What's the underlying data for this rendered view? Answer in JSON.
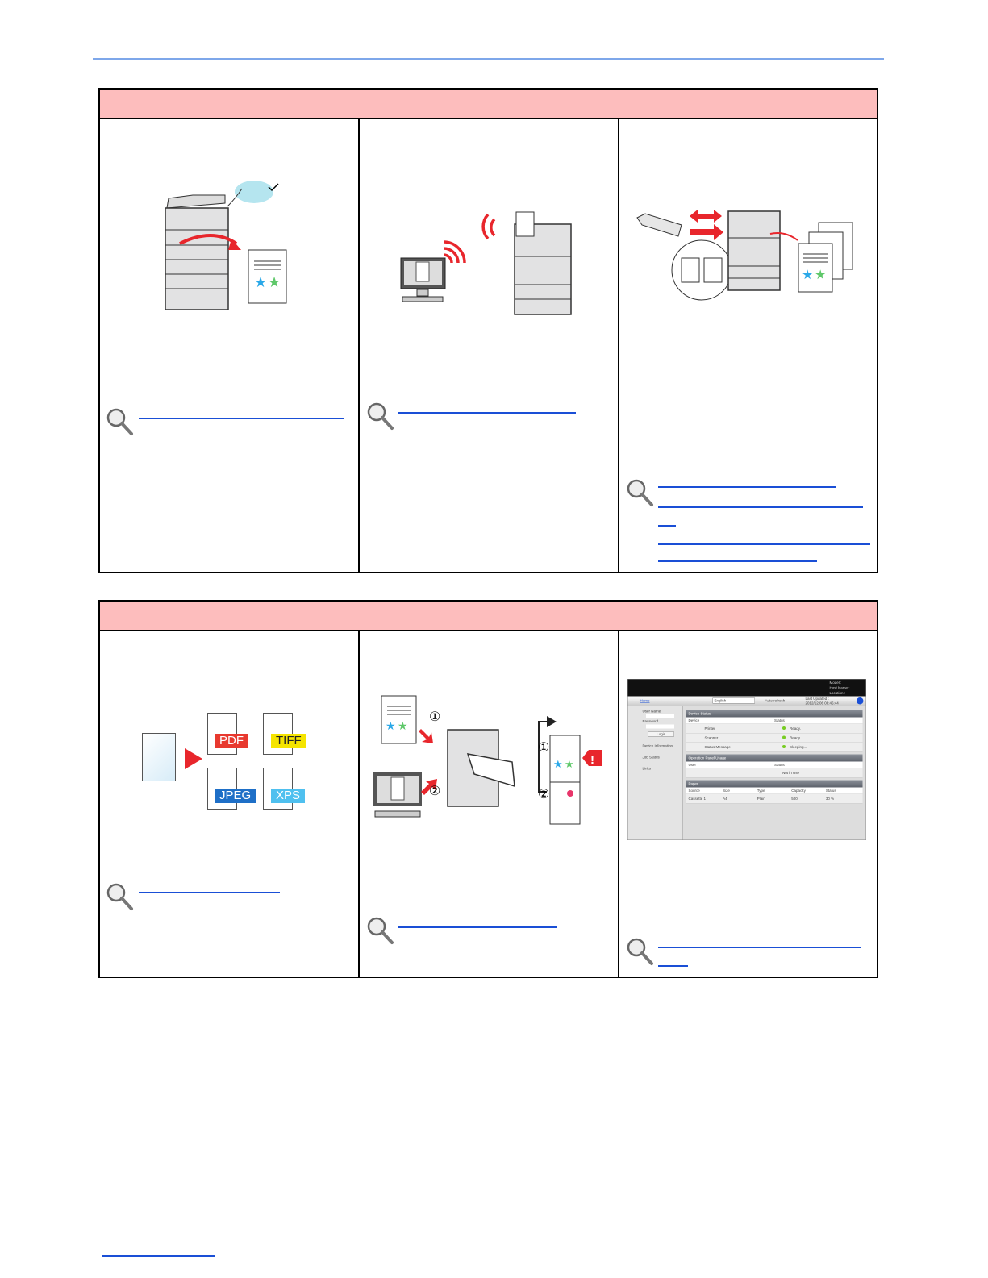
{
  "formats": [
    "PDF",
    "TIFF",
    "JPEG",
    "XPS"
  ],
  "format_colors": {
    "PDF": "#e8392f",
    "TIFF": "#f5e400",
    "JPEG": "#1e6fc7",
    "XPS": "#4fc0ef"
  },
  "markers": {
    "one": "①",
    "two": "②"
  },
  "web_ui": {
    "model_label": "Model :",
    "host_label": "Host Name :",
    "location_label": "Location :",
    "home": "Home",
    "language": "English",
    "auto_refresh": "Auto-refresh",
    "last_updated_label": "Last Updated :",
    "last_updated": "2012/12/06 08:45:44",
    "user_name": "User Name",
    "password": "Password",
    "login": "Login",
    "nav": [
      "Device Information",
      "Job Status",
      "Links"
    ],
    "device_status": {
      "title": "Device Status",
      "col_device": "Device",
      "col_status": "Status",
      "rows": [
        {
          "device": "Printer",
          "status": "Ready."
        },
        {
          "device": "Scanner",
          "status": "Ready."
        },
        {
          "device": "Status Message",
          "status": "Sleeping..."
        }
      ]
    },
    "panel_usage": {
      "title": "Operation Panel Usage",
      "col_user": "User",
      "col_status": "Status",
      "status": "Not in Use"
    },
    "paper": {
      "title": "Paper",
      "cols": [
        "Source",
        "Size",
        "Type",
        "Capacity",
        "Status"
      ],
      "row": [
        "Cassette 1",
        "A4",
        "Plain",
        "500",
        "30 %"
      ]
    }
  },
  "colors": {
    "header_bg": "#fdbdbd",
    "link": "#1a4fd6",
    "rule": "#7ea7ea",
    "accent_red": "#e8262c"
  }
}
